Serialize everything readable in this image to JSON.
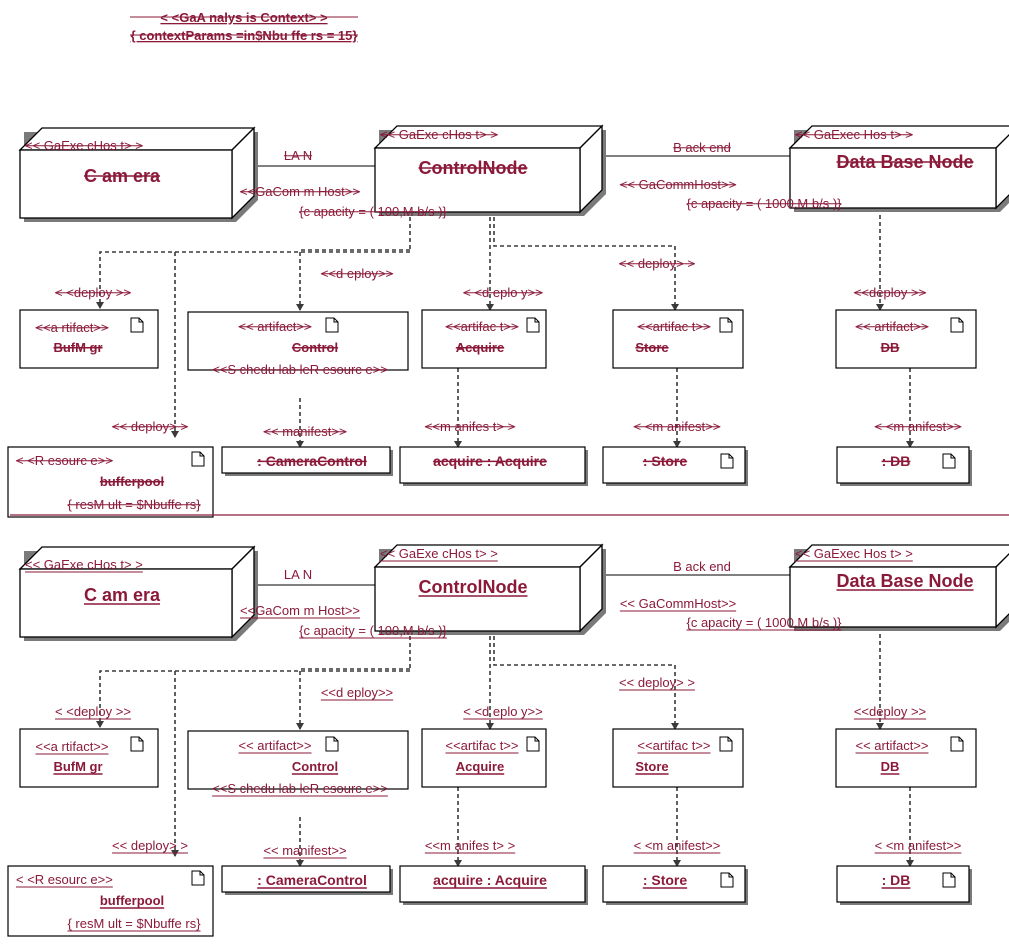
{
  "context": {
    "stereotype": "< <GaA nalys is Context> >",
    "params": "{ contextParams =in$Nbu ffe rs  =  15}"
  },
  "colors": {
    "stroke": "#000000",
    "shadow": "#7a7a7a",
    "text": "#8b1a3a",
    "background": "#ffffff"
  },
  "icons": {
    "node": "3d-node-box-icon",
    "artifact": "artifact-document-icon",
    "dependency": "dashed-arrow-icon"
  },
  "panels": [
    {
      "id": "top",
      "variant": "strikethrough",
      "nodes": {
        "camera": {
          "stereotype": "<< GaExe cHos t> >",
          "name": "C am era"
        },
        "control": {
          "stereotype": "<< GaExe cHos t> >",
          "name": "ControlNode"
        },
        "db": {
          "stereotype": "<< GaExec Hos t> >",
          "name": "Data Base Node"
        }
      },
      "links": {
        "lan": {
          "label": "LA N",
          "stereotype": "<<GaCom m Host>>",
          "capacity": "{c apacity  =  ( 100,M b/s )}"
        },
        "backend": {
          "label": "B ack end",
          "stereotype": "<< GaCommHost>>",
          "capacity": "{c apacity  =  ( 1000,M b/s )}"
        }
      },
      "deploy_labels": {
        "bufmgr": "< <deploy >>",
        "control": "<<d eploy>>",
        "acquire": "< <d eplo y>>",
        "store": "<< deploy> >",
        "db": "<<deploy >>",
        "bufferpool": "<< deploy> >"
      },
      "artifacts": {
        "bufmgr": {
          "stereotype": "<<a rtifact>>",
          "name": "BufM gr"
        },
        "control": {
          "stereotype": "<< artifact>>",
          "name": "Control",
          "extra": "<<S chedu lab leR esourc e>>"
        },
        "acquire": {
          "stereotype": "<<artifac t>>",
          "name": "Acquire"
        },
        "store": {
          "stereotype": "<<artifac t>>",
          "name": "Store"
        },
        "db": {
          "stereotype": "<< artifact>>",
          "name": "DB"
        }
      },
      "manifest_labels": {
        "control": "<< manifest>>",
        "acquire": "<<m anifes t> >",
        "store": "< <m anifest>>",
        "db": "< <m anifest>>"
      },
      "instances": {
        "cameracontrol": ": CameraControl",
        "acquire": "acquire  :  Acquire",
        "store": ": Store",
        "db": ": DB"
      },
      "resource": {
        "stereotype": "< <R esourc e>>",
        "name": "bufferpool",
        "tag": "{ resM ult  =  $Nbuffe rs}"
      }
    },
    {
      "id": "bottom",
      "variant": "underline",
      "nodes": {
        "camera": {
          "stereotype": "<< GaExe cHos t> >",
          "name": "C am era"
        },
        "control": {
          "stereotype": "<< GaExe cHos t> >",
          "name": "ControlNode"
        },
        "db": {
          "stereotype": "<< GaExec Hos t> >",
          "name": "Data Base Node"
        }
      },
      "links": {
        "lan": {
          "label": "LA N",
          "stereotype": "<<GaCom m Host>>",
          "capacity": "{c apacity  =  ( 100,M b/s )}"
        },
        "backend": {
          "label": "B ack end",
          "stereotype": "<< GaCommHost>>",
          "capacity": "{c apacity  =  ( 1000,M b/s )}"
        }
      },
      "deploy_labels": {
        "bufmgr": "< <deploy >>",
        "control": "<<d eploy>>",
        "acquire": "< <d eplo y>>",
        "store": "<< deploy> >",
        "db": "<<deploy >>",
        "bufferpool": "<< deploy> >"
      },
      "artifacts": {
        "bufmgr": {
          "stereotype": "<<a rtifact>>",
          "name": "BufM gr"
        },
        "control": {
          "stereotype": "<< artifact>>",
          "name": "Control",
          "extra": "<<S chedu lab leR esourc e>>"
        },
        "acquire": {
          "stereotype": "<<artifac t>>",
          "name": "Acquire"
        },
        "store": {
          "stereotype": "<<artifac t>>",
          "name": "Store"
        },
        "db": {
          "stereotype": "<< artifact>>",
          "name": "DB"
        }
      },
      "manifest_labels": {
        "control": "<< manifest>>",
        "acquire": "<<m anifes t> >",
        "store": "< <m anifest>>",
        "db": "< <m anifest>>"
      },
      "instances": {
        "cameracontrol": ": CameraControl",
        "acquire": "acquire  :  Acquire",
        "store": ": Store",
        "db": ": DB"
      },
      "resource": {
        "stereotype": "< <R esourc e>>",
        "name": "bufferpool",
        "tag": "{ resM ult  =  $Nbuffe rs}"
      }
    }
  ]
}
